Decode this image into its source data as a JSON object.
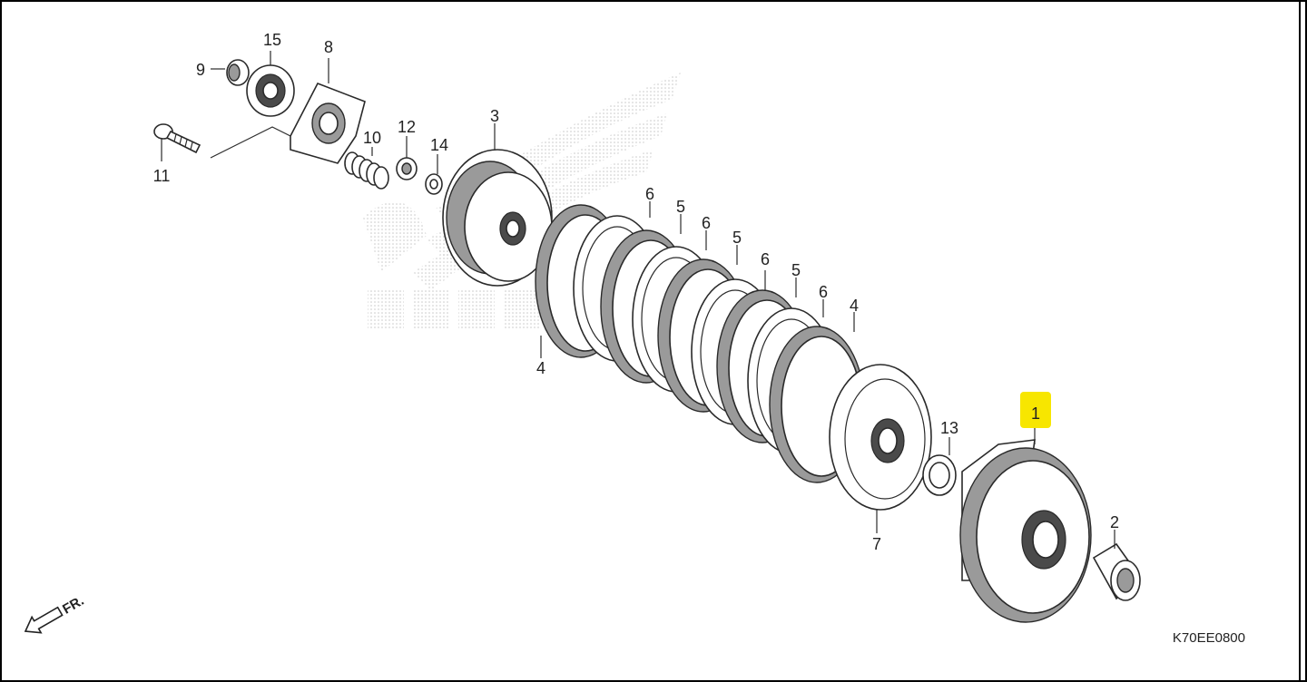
{
  "diagram": {
    "diagram_code": "K70EE0800",
    "front_indicator": "FR.",
    "highlight_color": "#f7e600",
    "callouts": [
      {
        "id": "c1",
        "label": "1",
        "highlighted": true
      },
      {
        "id": "c2",
        "label": "2"
      },
      {
        "id": "c3",
        "label": "3"
      },
      {
        "id": "c4a",
        "label": "4"
      },
      {
        "id": "c4b",
        "label": "4"
      },
      {
        "id": "c5a",
        "label": "5"
      },
      {
        "id": "c5b",
        "label": "5"
      },
      {
        "id": "c5c",
        "label": "5"
      },
      {
        "id": "c6a",
        "label": "6"
      },
      {
        "id": "c6b",
        "label": "6"
      },
      {
        "id": "c6c",
        "label": "6"
      },
      {
        "id": "c6d",
        "label": "6"
      },
      {
        "id": "c7",
        "label": "7"
      },
      {
        "id": "c8",
        "label": "8"
      },
      {
        "id": "c9",
        "label": "9"
      },
      {
        "id": "c10",
        "label": "10"
      },
      {
        "id": "c11",
        "label": "11"
      },
      {
        "id": "c12",
        "label": "12"
      },
      {
        "id": "c13",
        "label": "13"
      },
      {
        "id": "c14",
        "label": "14"
      },
      {
        "id": "c15",
        "label": "15"
      }
    ]
  }
}
